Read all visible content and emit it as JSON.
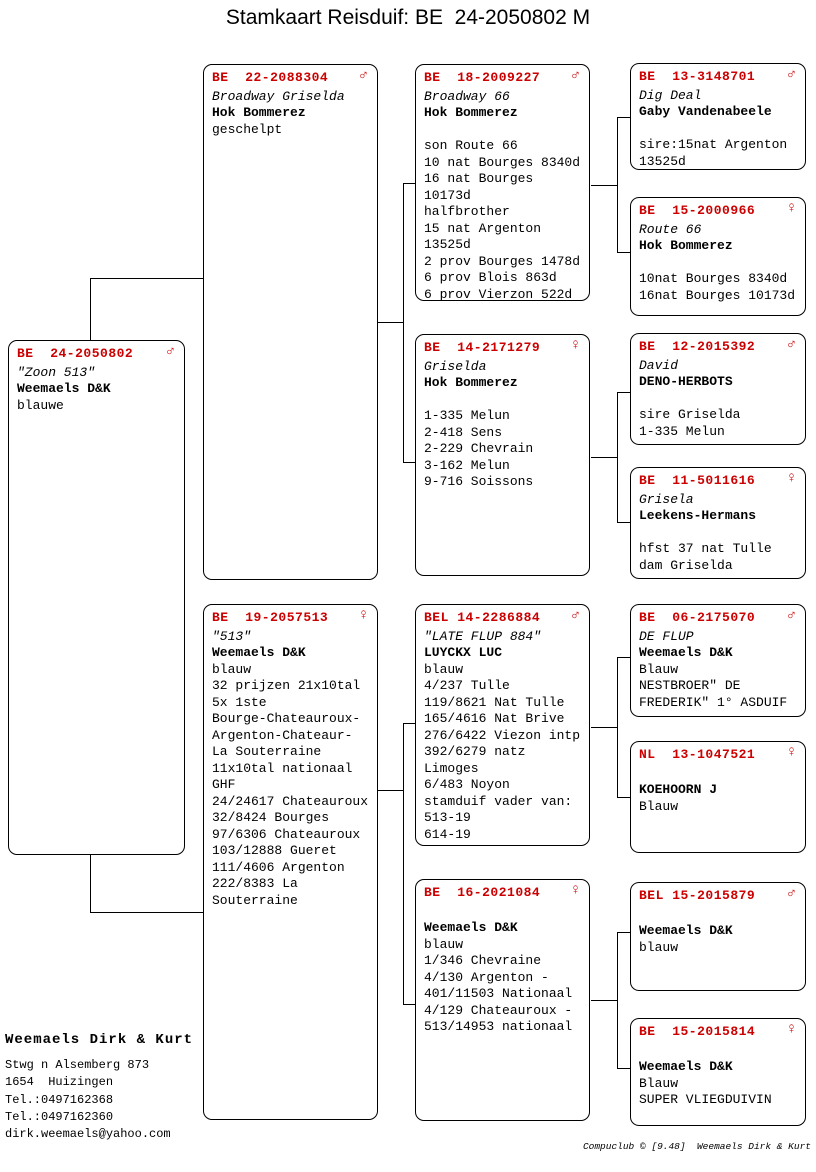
{
  "title": "Stamkaart Reisduif: BE  24-2050802 M",
  "colors": {
    "accent_red": "#cc0000",
    "line_black": "#000000"
  },
  "footer": "Compuclub © [9.48]  Weemaels Dirk & Kurt",
  "owner_block": {
    "name": "Weemaels Dirk & Kurt",
    "lines": [
      "Stwg n Alsemberg 873",
      "1654  Huizingen",
      "Tel.:0497162368",
      "Tel.:0497162360",
      "dirk.weemaels@yahoo.com"
    ]
  },
  "boxes": [
    {
      "id": "subject",
      "ring": "BE  24-2050802",
      "sex": "♂",
      "name": "\"Zoon 513\"",
      "owner": "Weemaels D&K",
      "lines": [
        "blauwe"
      ]
    },
    {
      "id": "sire",
      "ring": "BE  22-2088304",
      "sex": "♂",
      "name": "Broadway Griselda",
      "owner": "Hok Bommerez",
      "lines": [
        "geschelpt"
      ]
    },
    {
      "id": "dam",
      "ring": "BE  19-2057513",
      "sex": "♀",
      "name": "\"513\"",
      "owner": "Weemaels D&K",
      "lines": [
        "blauw",
        "32 prijzen 21x10tal",
        "5x 1ste",
        "Bourge-Chateauroux-",
        "Argenton-Chateaur-",
        "La Souterraine",
        "11x10tal nationaal",
        "GHF",
        "24/24617 Chateauroux",
        "32/8424 Bourges",
        "97/6306 Chateauroux",
        "103/12888 Gueret",
        "111/4606 Argenton",
        "222/8383 La",
        "Souterraine"
      ]
    },
    {
      "id": "grandsire-paternal",
      "ring": "BE  18-2009227",
      "sex": "♂",
      "name": "Broadway 66",
      "owner": "Hok Bommerez",
      "lines": [
        "",
        "son Route 66",
        "10 nat Bourges 8340d",
        "16 nat Bourges",
        "10173d",
        "halfbrother",
        "15 nat Argenton",
        "13525d",
        "2 prov Bourges 1478d",
        "6 prov Blois 863d",
        "6 prov Vierzon 522d"
      ]
    },
    {
      "id": "granddam-paternal",
      "ring": "BE  14-2171279",
      "sex": "♀",
      "name": "Griselda",
      "owner": "Hok Bommerez",
      "lines": [
        "",
        "1-335 Melun",
        "2-418 Sens",
        "2-229 Chevrain",
        "3-162 Melun",
        "9-716 Soissons"
      ]
    },
    {
      "id": "grandsire-maternal",
      "ring": "BEL 14-2286884",
      "sex": "♂",
      "name": "\"LATE FLUP 884\"",
      "owner": "LUYCKX LUC",
      "lines": [
        "blauw",
        "4/237 Tulle",
        "119/8621 Nat Tulle",
        "165/4616 Nat Brive",
        "276/6422 Viezon intp",
        "392/6279 natz",
        "Limoges",
        "6/483 Noyon",
        "stamduif vader van:",
        "513-19",
        "614-19"
      ]
    },
    {
      "id": "granddam-maternal",
      "ring": "BE  16-2021084",
      "sex": "♀",
      "name": "",
      "owner": "Weemaels D&K",
      "lines": [
        "blauw",
        "1/346 Chevraine",
        "4/130 Argenton -",
        "401/11503 Nationaal",
        "4/129 Chateauroux -",
        "513/14953 nationaal"
      ]
    },
    {
      "id": "ggsire-1",
      "ring": "BE  13-3148701",
      "sex": "♂",
      "name": "Dig Deal",
      "owner": "Gaby Vandenabeele",
      "lines": [
        "",
        "sire:15nat Argenton",
        "13525d"
      ]
    },
    {
      "id": "ggdam-1",
      "ring": "BE  15-2000966",
      "sex": "♀",
      "name": "Route 66",
      "owner": "Hok Bommerez",
      "lines": [
        "",
        "10nat Bourges 8340d",
        "16nat Bourges 10173d"
      ]
    },
    {
      "id": "ggsire-2",
      "ring": "BE  12-2015392",
      "sex": "♂",
      "name": "David",
      "owner": "DENO-HERBOTS",
      "lines": [
        "",
        "sire Griselda",
        "1-335 Melun"
      ]
    },
    {
      "id": "ggdam-2",
      "ring": "BE  11-5011616",
      "sex": "♀",
      "name": "Grisela",
      "owner": "Leekens-Hermans",
      "lines": [
        "",
        "hfst 37 nat Tulle",
        "dam Griselda"
      ]
    },
    {
      "id": "ggsire-3",
      "ring": "BE  06-2175070",
      "sex": "♂",
      "name": "DE FLUP",
      "owner": "Weemaels D&K",
      "lines": [
        "Blauw",
        "NESTBROER\" DE",
        "FREDERIK\" 1° ASDUIF"
      ]
    },
    {
      "id": "ggdam-3",
      "ring": "NL  13-1047521",
      "sex": "♀",
      "name": "",
      "owner": "KOEHOORN J",
      "lines": [
        "Blauw"
      ]
    },
    {
      "id": "ggsire-4",
      "ring": "BEL 15-2015879",
      "sex": "♂",
      "name": "",
      "owner": "Weemaels D&K",
      "lines": [
        "blauw"
      ]
    },
    {
      "id": "ggdam-4",
      "ring": "BE  15-2015814",
      "sex": "♀",
      "name": "",
      "owner": "Weemaels D&K",
      "lines": [
        "Blauw",
        "SUPER VLIEGDUIVIN"
      ]
    }
  ]
}
